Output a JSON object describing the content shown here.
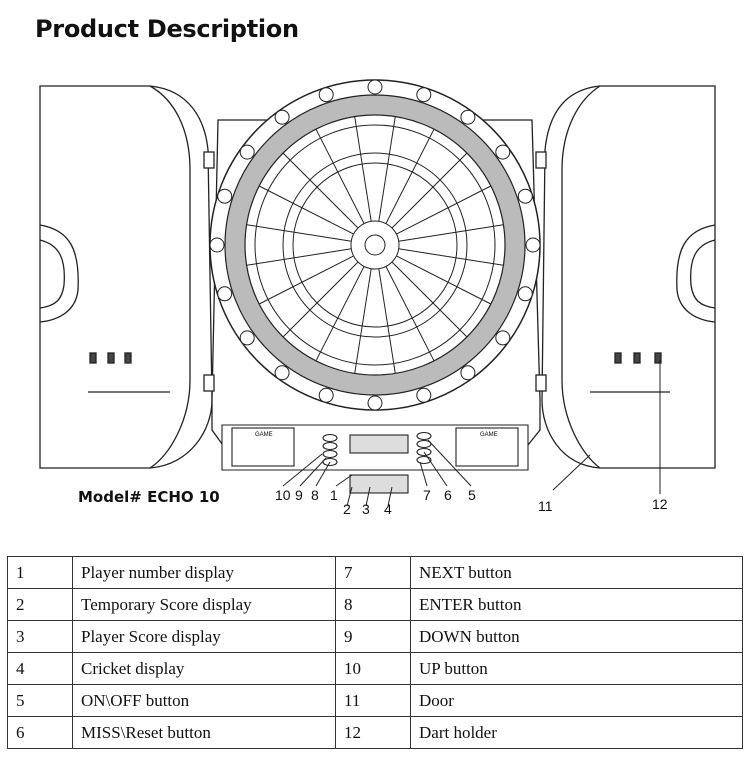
{
  "heading": "Product Description",
  "model_label": "Model# ECHO 10",
  "callout_numbers": [
    "10",
    "9",
    "8",
    "1",
    "7",
    "6",
    "5",
    "2",
    "3",
    "4",
    "11",
    "12"
  ],
  "panel_labels": {
    "game_left": "GAME",
    "game_right": "GAME"
  },
  "parts": [
    {
      "n1": "1",
      "d1": "Player number display",
      "n2": "7",
      "d2": "NEXT button"
    },
    {
      "n1": "2",
      "d1": "Temporary Score display",
      "n2": "8",
      "d2": "ENTER button"
    },
    {
      "n1": "3",
      "d1": "Player Score display",
      "n2": "9",
      "d2": "DOWN button"
    },
    {
      "n1": "4",
      "d1": "Cricket display",
      "n2": "10",
      "d2": "UP button"
    },
    {
      "n1": "5",
      "d1": "ON\\OFF button",
      "n2": "11",
      "d2": "Door"
    },
    {
      "n1": "6",
      "d1": "MISS\\Reset button",
      "n2": "12",
      "d2": "Dart holder"
    }
  ]
}
